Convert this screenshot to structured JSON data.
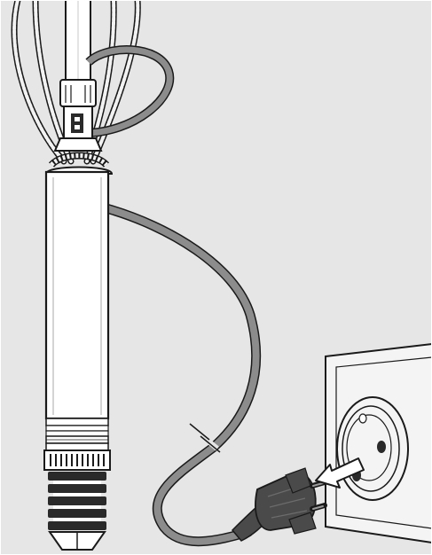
{
  "figure": {
    "subject": "submersible-pump-unplugging-diagram",
    "colors": {
      "background": "#e6e6e6",
      "outline": "#1a1a1a",
      "pump_body": "#ffffff",
      "cable": "#8c8c8c",
      "rope": "#f2f2f2",
      "plug": "#4a4a4a",
      "socket_plate": "#f4f4f4",
      "arrow": "#ffffff"
    },
    "elements": [
      {
        "name": "delivery-pipe",
        "icon": "pipe-icon"
      },
      {
        "name": "safety-rope",
        "icon": "rope-icon"
      },
      {
        "name": "pipe-coupling",
        "icon": "coupling-icon"
      },
      {
        "name": "pump-motor-body",
        "icon": "pump-icon"
      },
      {
        "name": "intake-strainer",
        "icon": "strainer-icon"
      },
      {
        "name": "power-cable",
        "icon": "cable-icon"
      },
      {
        "name": "cable-break-mark",
        "icon": "break-icon"
      },
      {
        "name": "wall-socket",
        "icon": "socket-icon"
      },
      {
        "name": "mains-plug",
        "icon": "plug-icon"
      },
      {
        "name": "unplug-arrow",
        "icon": "arrow-left-icon"
      }
    ]
  }
}
